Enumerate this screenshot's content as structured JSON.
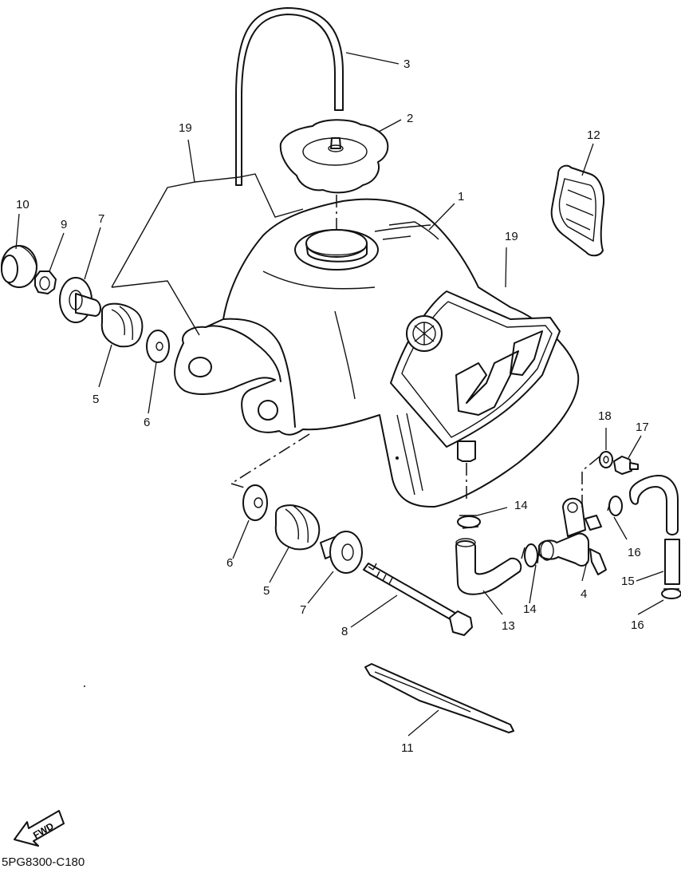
{
  "callouts": [
    {
      "id": "c1",
      "label": "1"
    },
    {
      "id": "c2",
      "label": "2"
    },
    {
      "id": "c3",
      "label": "3"
    },
    {
      "id": "c4",
      "label": "4"
    },
    {
      "id": "c5a",
      "label": "5"
    },
    {
      "id": "c5b",
      "label": "5"
    },
    {
      "id": "c6a",
      "label": "6"
    },
    {
      "id": "c6b",
      "label": "6"
    },
    {
      "id": "c7a",
      "label": "7"
    },
    {
      "id": "c7b",
      "label": "7"
    },
    {
      "id": "c8",
      "label": "8"
    },
    {
      "id": "c9",
      "label": "9"
    },
    {
      "id": "c10",
      "label": "10"
    },
    {
      "id": "c11",
      "label": "11"
    },
    {
      "id": "c12",
      "label": "12"
    },
    {
      "id": "c13",
      "label": "13"
    },
    {
      "id": "c14a",
      "label": "14"
    },
    {
      "id": "c14b",
      "label": "14"
    },
    {
      "id": "c15",
      "label": "15"
    },
    {
      "id": "c16a",
      "label": "16"
    },
    {
      "id": "c16b",
      "label": "16"
    },
    {
      "id": "c17",
      "label": "17"
    },
    {
      "id": "c18",
      "label": "18"
    },
    {
      "id": "c19a",
      "label": "19"
    },
    {
      "id": "c19b",
      "label": "19"
    }
  ],
  "fwd_badge": "FWD",
  "diagram_code": "5PG8300-C180"
}
